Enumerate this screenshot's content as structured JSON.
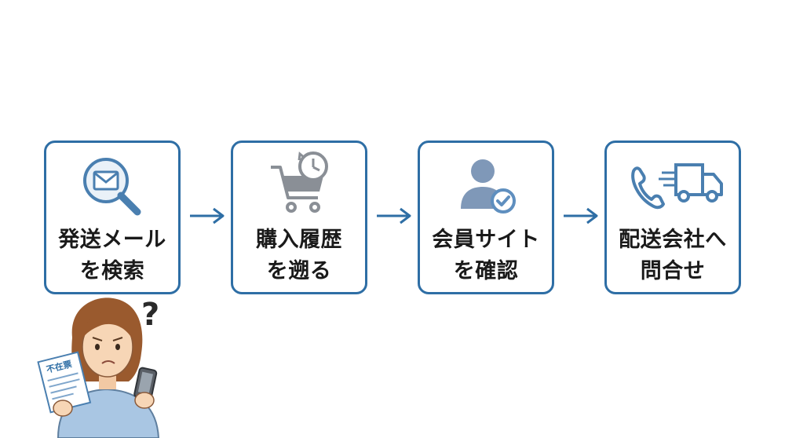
{
  "steps": [
    {
      "line1": "発送メール",
      "line2": "を検索",
      "icon": "mail-search-icon"
    },
    {
      "line1": "購入履歴",
      "line2": "を遡る",
      "icon": "cart-history-icon"
    },
    {
      "line1": "会員サイト",
      "line2": "を確認",
      "icon": "user-check-icon"
    },
    {
      "line1": "配送会社へ",
      "line2": "問合せ",
      "icon": "phone-truck-icon"
    }
  ],
  "person": {
    "paper_label": "不在票",
    "question_mark": "?"
  },
  "colors": {
    "border": "#2e6ea5",
    "icon_blue": "#4a7fb0",
    "icon_gray": "#8a8f96"
  }
}
